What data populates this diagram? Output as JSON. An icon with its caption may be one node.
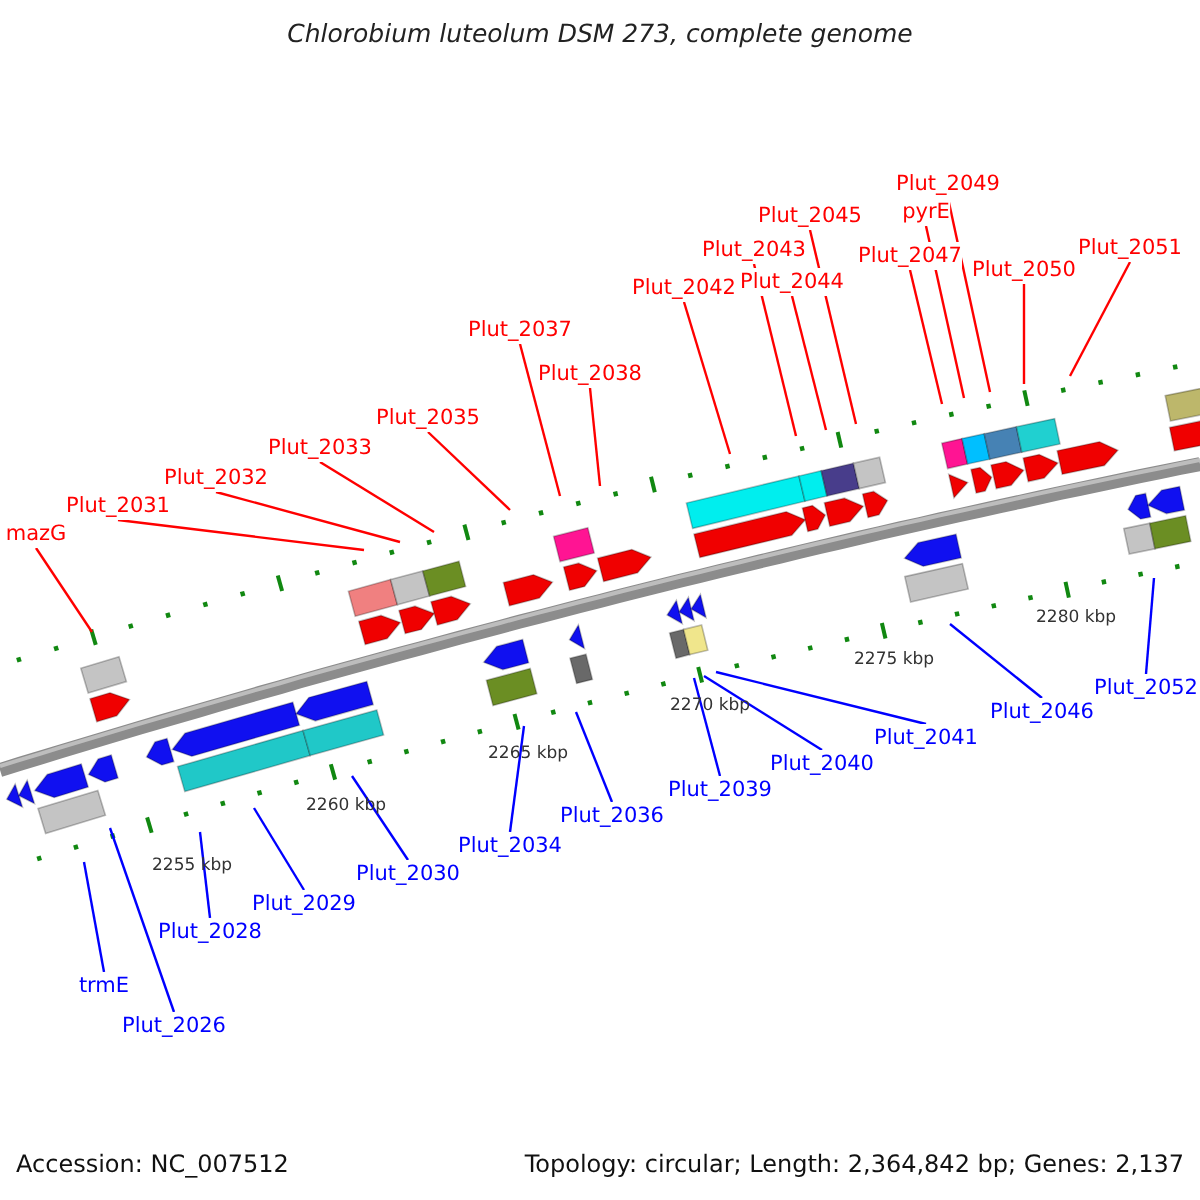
{
  "diagram": {
    "title": "Chlorobium luteolum DSM 273, complete genome",
    "nodes": [
      {
        "text": [
          "mazG"
        ]
      },
      {
        "text": [
          "Plut_2031"
        ]
      },
      {
        "text": [
          "Plut_2032"
        ]
      },
      {
        "text": [
          "Plut_2033"
        ]
      },
      {
        "text": [
          "Plut_2035"
        ]
      },
      {
        "text": [
          "Plut_2037"
        ]
      },
      {
        "text": [
          "Plut_2038"
        ]
      },
      {
        "text": [
          "Plut_2042"
        ]
      },
      {
        "text": [
          "Plut_2043"
        ]
      },
      {
        "text": [
          "Plut_2044"
        ]
      },
      {
        "text": [
          "Plut_2045"
        ]
      },
      {
        "text": [
          "Plut_2047"
        ]
      },
      {
        "text": [
          "pyrE"
        ]
      },
      {
        "text": [
          "Plut_2049"
        ]
      },
      {
        "text": [
          "Plut_2050"
        ]
      },
      {
        "text": [
          "Plut_2051"
        ]
      },
      {
        "text": [
          "trmE"
        ]
      },
      {
        "text": [
          "Plut_2026"
        ]
      },
      {
        "text": [
          "Plut_2028"
        ]
      },
      {
        "text": [
          "Plut_2029"
        ]
      },
      {
        "text": [
          "Plut_2030"
        ]
      },
      {
        "text": [
          "Plut_2034"
        ]
      },
      {
        "text": [
          "Plut_2036"
        ]
      },
      {
        "text": [
          "Plut_2039"
        ]
      },
      {
        "text": [
          "Plut_2040"
        ]
      },
      {
        "text": [
          "Plut_2041"
        ]
      },
      {
        "text": [
          "Plut_2046"
        ]
      },
      {
        "text": [
          "Plut_2052"
        ]
      }
    ],
    "edges": [
      {
        "from": 0,
        "to": null,
        "arrow": "none"
      },
      {
        "from": 1,
        "to": null,
        "arrow": "none"
      },
      {
        "from": 2,
        "to": null,
        "arrow": "none"
      },
      {
        "from": 3,
        "to": null,
        "arrow": "none"
      },
      {
        "from": 4,
        "to": null,
        "arrow": "none"
      },
      {
        "from": 5,
        "to": null,
        "arrow": "none"
      },
      {
        "from": 6,
        "to": null,
        "arrow": "none"
      },
      {
        "from": 7,
        "to": null,
        "arrow": "none"
      },
      {
        "from": 8,
        "to": null,
        "arrow": "none"
      },
      {
        "from": 9,
        "to": null,
        "arrow": "none"
      },
      {
        "from": 10,
        "to": null,
        "arrow": "none"
      },
      {
        "from": 11,
        "to": null,
        "arrow": "none"
      },
      {
        "from": 12,
        "to": null,
        "arrow": "none"
      },
      {
        "from": 13,
        "to": null,
        "arrow": "none"
      },
      {
        "from": 14,
        "to": null,
        "arrow": "none"
      },
      {
        "from": 15,
        "to": null,
        "arrow": "none"
      },
      {
        "from": 16,
        "to": null,
        "arrow": "none",
        "color": "#0000ff"
      },
      {
        "from": 17,
        "to": null,
        "arrow": "none",
        "color": "#0000ff"
      },
      {
        "from": 18,
        "to": null,
        "arrow": "none",
        "color": "#0000ff"
      },
      {
        "from": 19,
        "to": null,
        "arrow": "none",
        "color": "#0000ff"
      },
      {
        "from": 20,
        "to": null,
        "arrow": "none",
        "color": "#0000ff"
      },
      {
        "from": 21,
        "to": null,
        "arrow": "none",
        "color": "#0000ff"
      },
      {
        "from": 22,
        "to": null,
        "arrow": "none",
        "color": "#0000ff"
      },
      {
        "from": 23,
        "to": null,
        "arrow": "none",
        "color": "#0000ff"
      },
      {
        "from": 24,
        "to": null,
        "arrow": "none",
        "color": "#0000ff"
      },
      {
        "from": 25,
        "to": null,
        "arrow": "none",
        "color": "#0000ff"
      },
      {
        "from": 26,
        "to": null,
        "arrow": "none",
        "color": "#0000ff"
      },
      {
        "from": 27,
        "to": null,
        "arrow": "none",
        "color": "#0000ff"
      }
    ],
    "labels": [
      "2255 kbp",
      "2260 kbp",
      "2265 kbp",
      "2270 kbp",
      "2275 kbp",
      "2280 kbp",
      "Accession: NC_007512",
      "Topology: circular; Length: 2,364,842 bp; Genes: 2,137"
    ]
  }
}
